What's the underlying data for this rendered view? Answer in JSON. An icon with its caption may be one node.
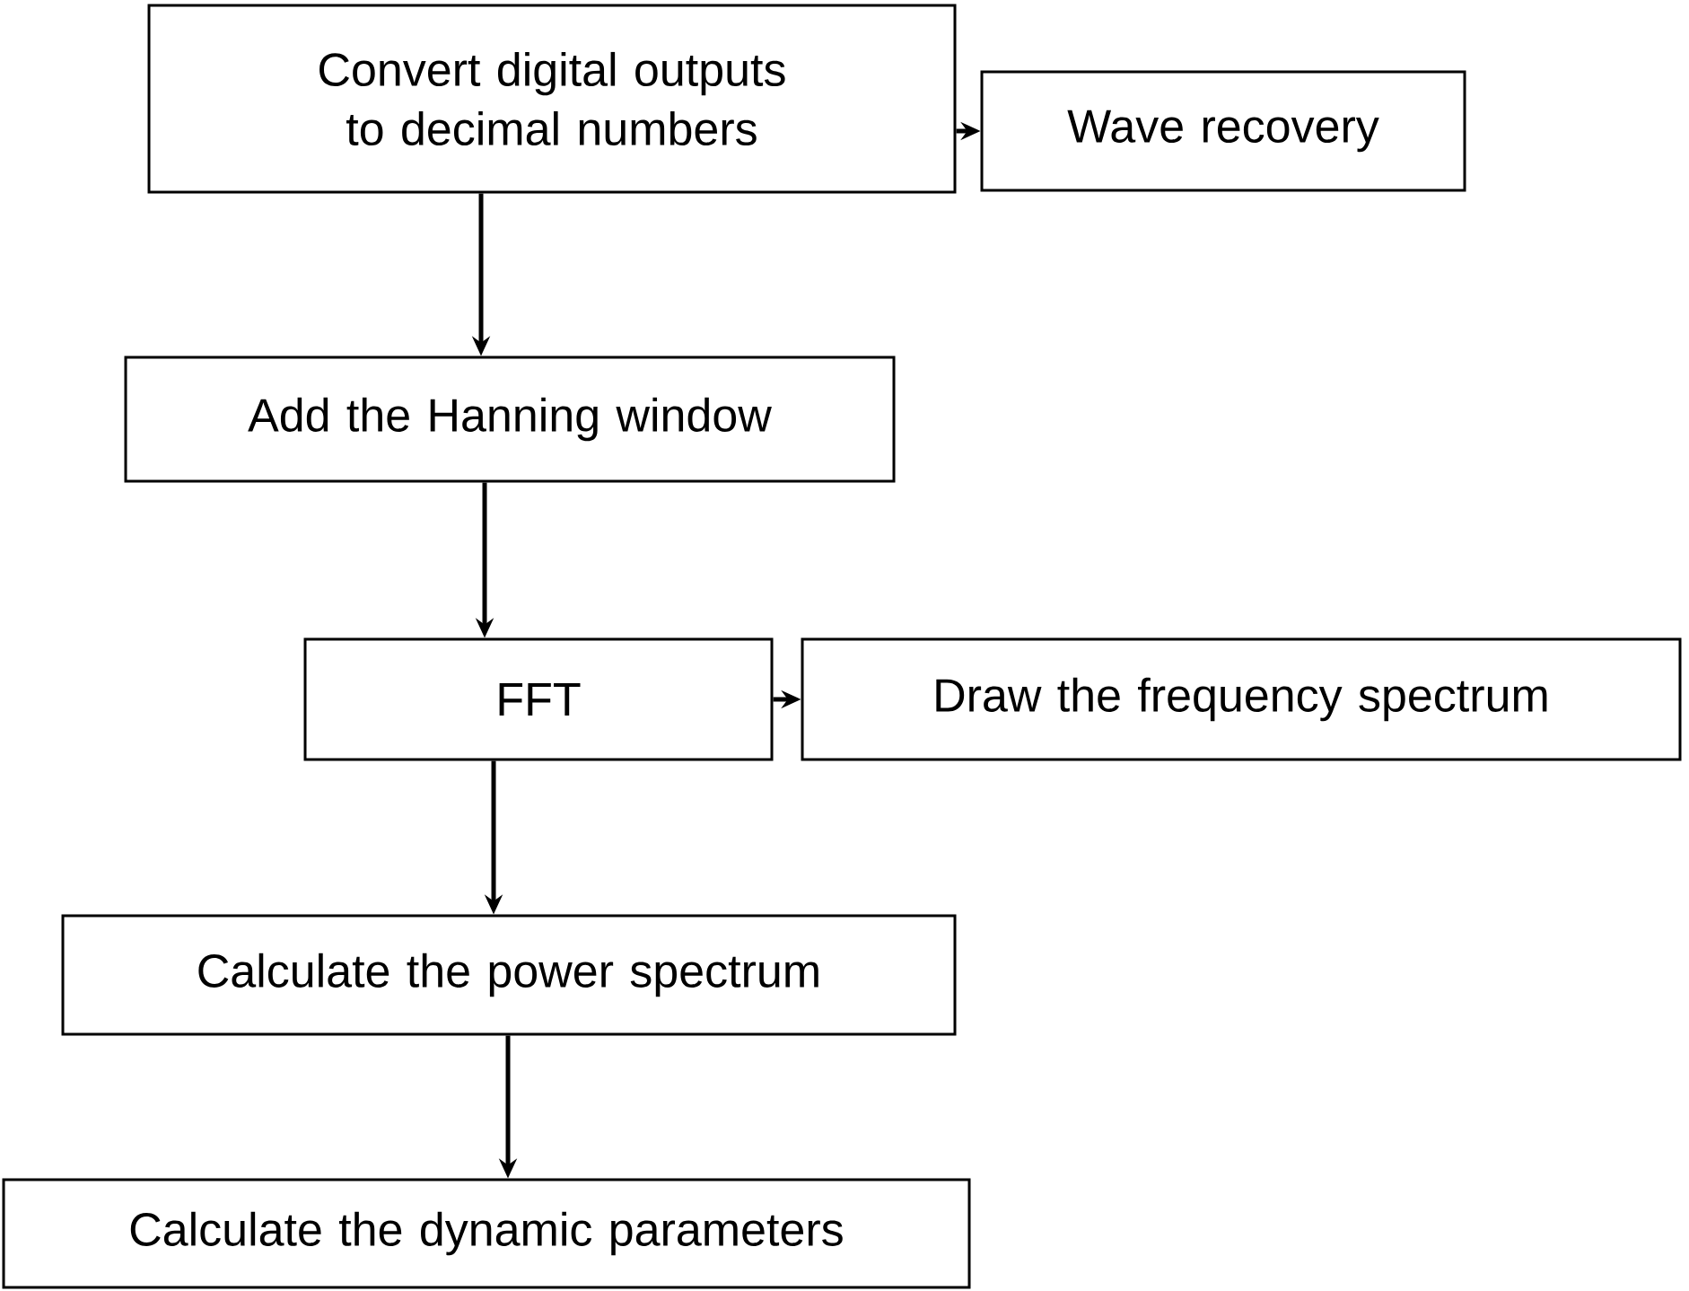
{
  "diagram": {
    "nodes": [
      {
        "text": [
          "Convert digital outputs to decimal numbers"
        ]
      },
      {
        "text": [
          "Wave recovery"
        ]
      },
      {
        "text": [
          "Add the Hanning window"
        ]
      },
      {
        "text": [
          "FFT"
        ]
      },
      {
        "text": [
          "Draw the frequency spectrum"
        ]
      },
      {
        "text": [
          "Calculate the power spectrum"
        ]
      },
      {
        "text": [
          "Calculate the dynamic parameters"
        ]
      }
    ],
    "edges": [
      {
        "from": 0,
        "to": 1,
        "arrow": "to"
      },
      {
        "from": 0,
        "to": 2,
        "arrow": "to"
      },
      {
        "from": 2,
        "to": 3,
        "arrow": "to"
      },
      {
        "from": 3,
        "to": 4,
        "arrow": "to"
      },
      {
        "from": 3,
        "to": 5,
        "arrow": "to"
      },
      {
        "from": 5,
        "to": 6,
        "arrow": "to"
      }
    ]
  }
}
